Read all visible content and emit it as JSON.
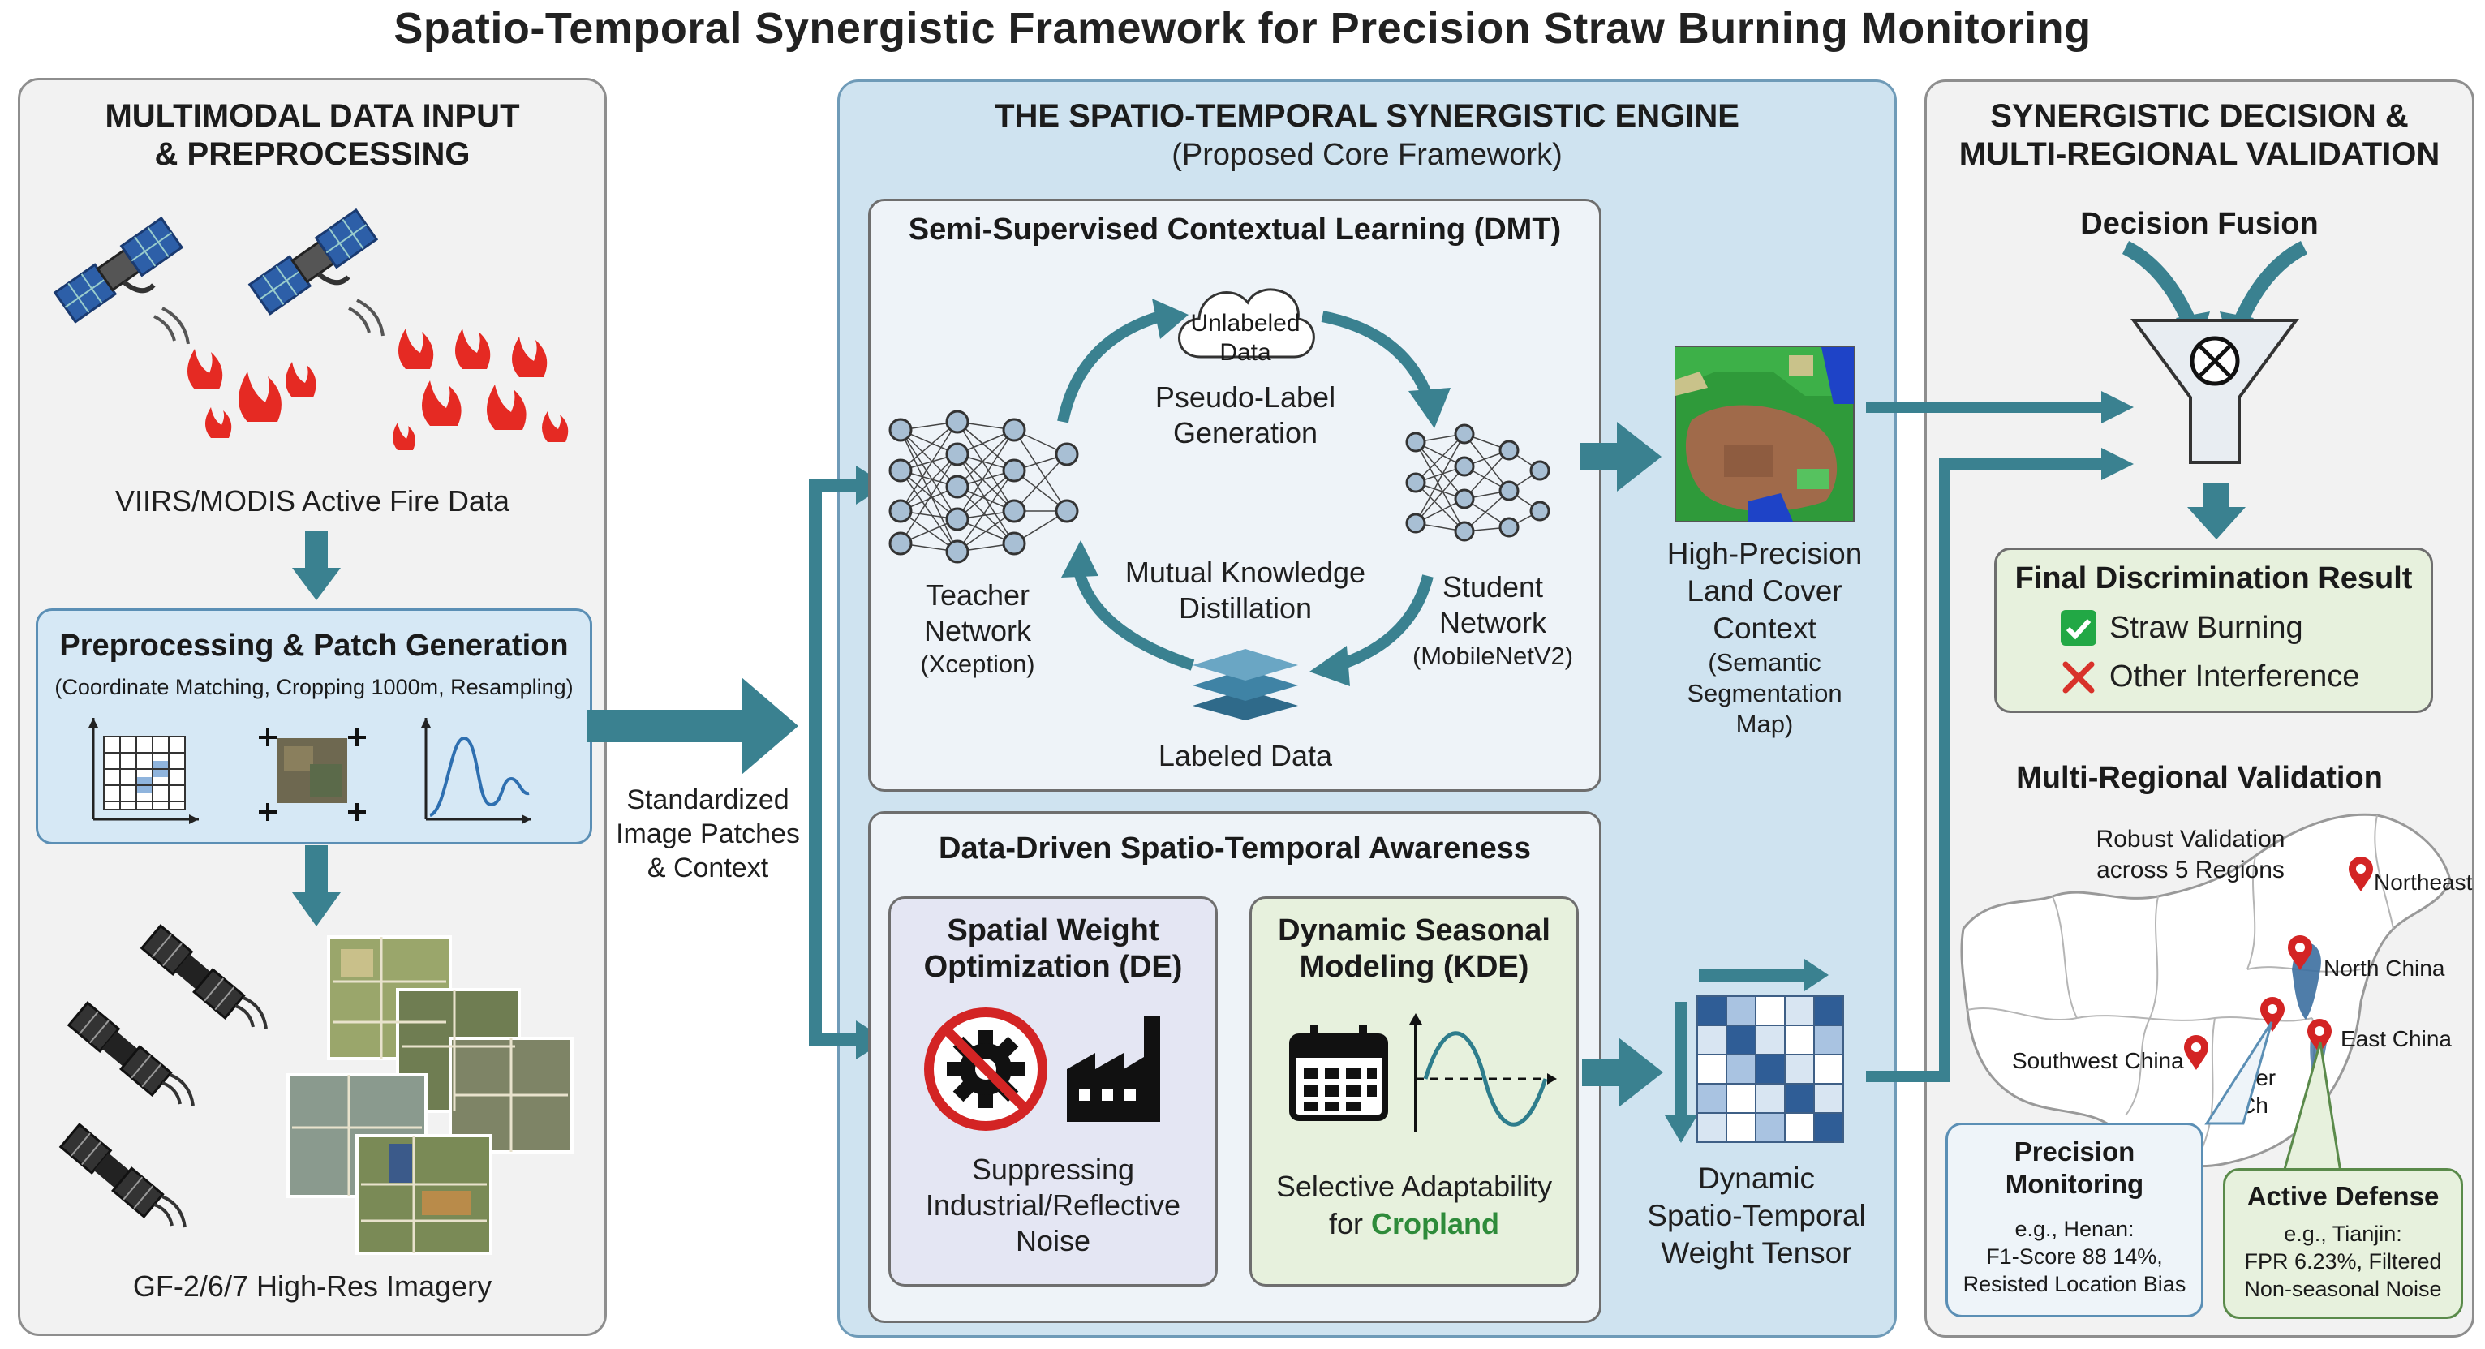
{
  "title": "Spatio-Temporal Synergistic Framework for Precision Straw Burning Monitoring",
  "left": {
    "title_line1": "MULTIMODAL DATA INPUT",
    "title_line2": "& PREPROCESSING",
    "fire_label": "VIIRS/MODIS Active Fire Data",
    "pre_title": "Preprocessing & Patch Generation",
    "pre_sub": "(Coordinate Matching, Cropping 1000m, Resampling)",
    "imagery_label": "GF-2/6/7 High-Res Imagery"
  },
  "connector": {
    "line1": "Standardized",
    "line2": "Image Patches",
    "line3": "& Context"
  },
  "mid": {
    "title": "THE SPATIO-TEMPORAL SYNERGISTIC ENGINE",
    "subtitle": "(Proposed Core Framework)",
    "dmt": {
      "title": "Semi-Supervised Contextual Learning (DMT)",
      "unlabeled_1": "Unlabeled",
      "unlabeled_2": "Data",
      "pseudo_1": "Pseudo-Label",
      "pseudo_2": "Generation",
      "mutual_1": "Mutual Knowledge",
      "mutual_2": "Distillation",
      "labeled": "Labeled Data",
      "teacher_1": "Teacher",
      "teacher_2": "Network",
      "teacher_3": "(Xception)",
      "student_1": "Student",
      "student_2": "Network",
      "student_3": "(MobileNetV2)"
    },
    "landcover": {
      "l1": "High-Precision",
      "l2": "Land Cover",
      "l3": "Context",
      "l4": "(Semantic",
      "l5": "Segmentation",
      "l6": "Map)"
    },
    "aware": {
      "title": "Data-Driven Spatio-Temporal Awareness",
      "spatial_t1": "Spatial Weight",
      "spatial_t2": "Optimization (DE)",
      "spatial_d1": "Suppressing",
      "spatial_d2": "Industrial/Reflective",
      "spatial_d3": "Noise",
      "dyn_t1": "Dynamic Seasonal",
      "dyn_t2": "Modeling (KDE)",
      "dyn_d1": "Selective Adaptability",
      "dyn_d2a": "for ",
      "dyn_d2b": "Cropland"
    },
    "tensor": {
      "l1": "Dynamic",
      "l2": "Spatio-Temporal",
      "l3": "Weight Tensor"
    }
  },
  "right": {
    "title_line1": "SYNERGISTIC DECISION &",
    "title_line2": "MULTI-REGIONAL VALIDATION",
    "fusion": "Decision Fusion",
    "final_title": "Final Discrimination Result",
    "opt1": "Straw Burning",
    "opt2": "Other Interference",
    "mrv_title": "Multi-Regional Validation",
    "robust_1": "Robust Validation",
    "robust_2": "across 5 Regions",
    "regions": {
      "northeast": "Northeast",
      "north": "North China",
      "east": "East China",
      "southwest": "Southwest China",
      "central_1": "Cer",
      "central_2": "Ch"
    },
    "precision": {
      "t1": "Precision",
      "t2": "Monitoring",
      "d1": "e.g., Henan:",
      "d2": "F1-Score 88 14%,",
      "d3": "Resisted Location Bias"
    },
    "defense": {
      "t1": "Active Defense",
      "d1": "e.g., Tianjin:",
      "d2": "FPR 6.23%, Filtered",
      "d3": "Non-seasonal Noise"
    }
  },
  "colors": {
    "arrow": "#3a8190",
    "engine_bg": "#cfe3f0",
    "fire": "#e52a23",
    "green_box": "#e7f1dd",
    "purple_box": "#e4e6f3",
    "cropland": "#2e8b3a"
  }
}
